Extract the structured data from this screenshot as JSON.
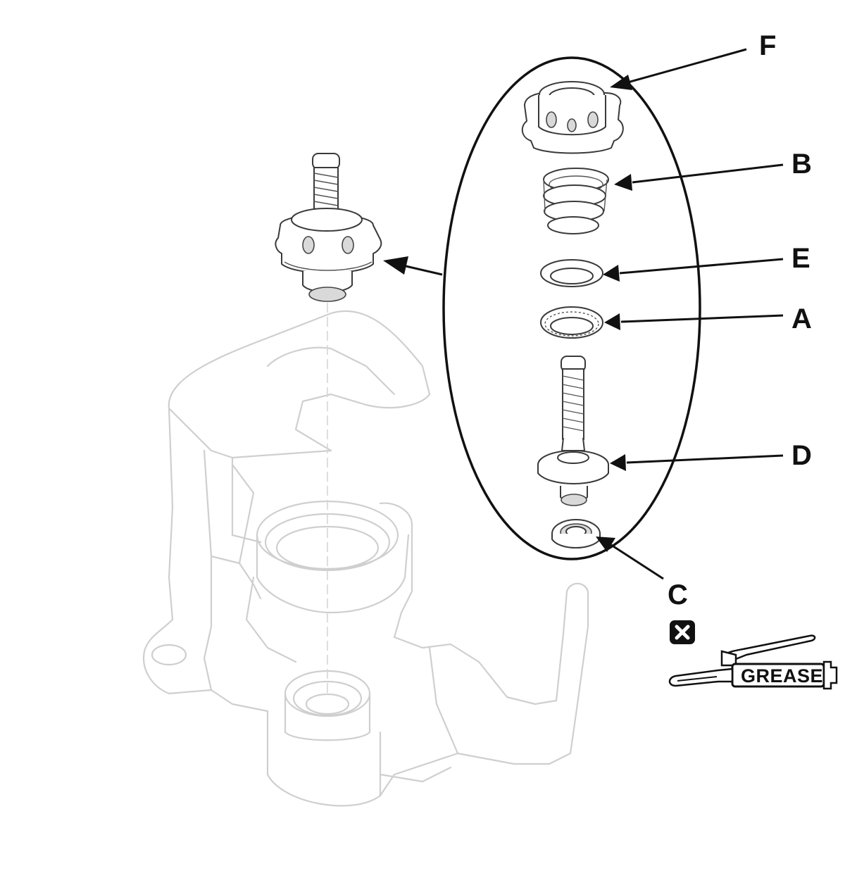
{
  "callouts": {
    "f": "F",
    "b": "B",
    "e": "E",
    "a": "A",
    "d": "D",
    "c": "C"
  },
  "symbols": {
    "replace_icon": "x-square-icon",
    "grease_label": "GREASE"
  },
  "colors": {
    "line": "#111111",
    "ghost_line": "#cfcfcf",
    "part_shade": "#d9d9d9"
  }
}
